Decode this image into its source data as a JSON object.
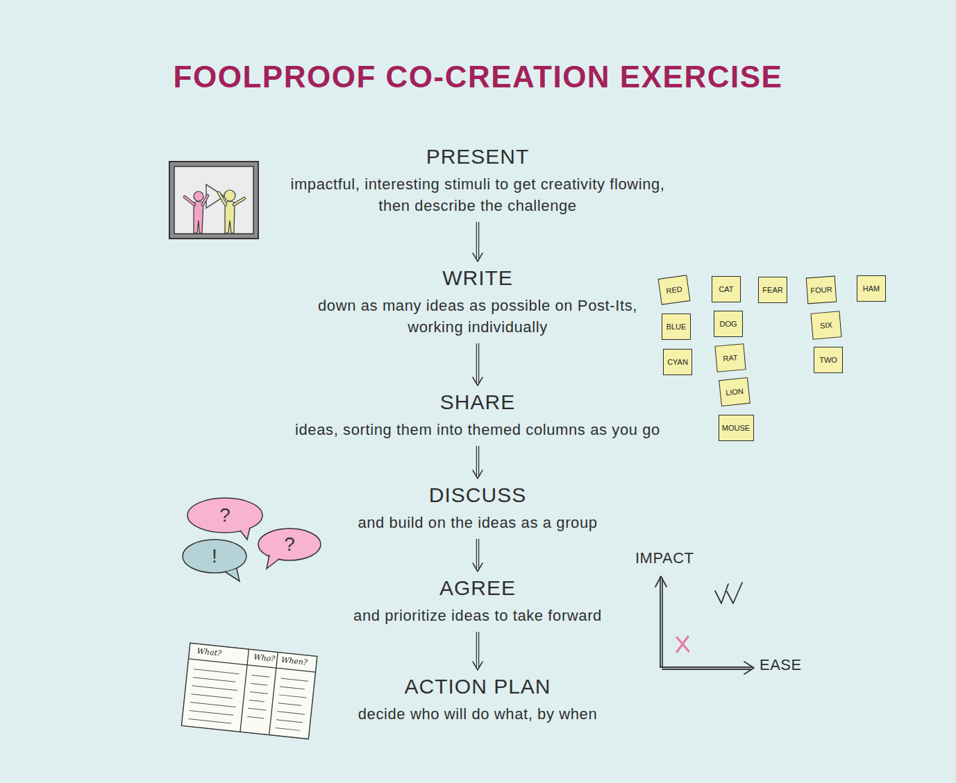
{
  "diagram": {
    "title": "FOOLPROOF CO-CREATION EXERCISE",
    "nodes": [
      {
        "text": [
          "PRESENT",
          "impactful, interesting stimuli to get creativity flowing, then describe the challenge"
        ]
      },
      {
        "text": [
          "WRITE",
          "down as many ideas as possible on Post-Its, working individually"
        ]
      },
      {
        "text": [
          "SHARE",
          "ideas, sorting them into themed columns as you go"
        ]
      },
      {
        "text": [
          "DISCUSS",
          "and build on the ideas as a group"
        ]
      },
      {
        "text": [
          "AGREE",
          "and prioritize ideas to take forward"
        ]
      },
      {
        "text": [
          "ACTION PLAN",
          "decide who will do what, by when"
        ]
      },
      {
        "text": [
          "RED"
        ]
      },
      {
        "text": [
          "CAT"
        ]
      },
      {
        "text": [
          "FEAR"
        ]
      },
      {
        "text": [
          "FOUR"
        ]
      },
      {
        "text": [
          "HAM"
        ]
      },
      {
        "text": [
          "BLUE"
        ]
      },
      {
        "text": [
          "DOG"
        ]
      },
      {
        "text": [
          "SIX"
        ]
      },
      {
        "text": [
          "CYAN"
        ]
      },
      {
        "text": [
          "RAT"
        ]
      },
      {
        "text": [
          "TWO"
        ]
      },
      {
        "text": [
          "LION"
        ]
      },
      {
        "text": [
          "MOUSE"
        ]
      },
      {
        "text": [
          "?"
        ]
      },
      {
        "text": [
          "?"
        ]
      },
      {
        "text": [
          "!"
        ]
      }
    ],
    "edges": [
      {
        "from": 0,
        "to": 1,
        "arrow": "to"
      },
      {
        "from": 1,
        "to": 2,
        "arrow": "to"
      },
      {
        "from": 2,
        "to": 3,
        "arrow": "to"
      },
      {
        "from": 3,
        "to": 4,
        "arrow": "to"
      },
      {
        "from": 4,
        "to": 5,
        "arrow": "to"
      }
    ],
    "labels": [
      "What?",
      "Who?",
      "When?",
      "IMPACT",
      "EASE"
    ]
  }
}
